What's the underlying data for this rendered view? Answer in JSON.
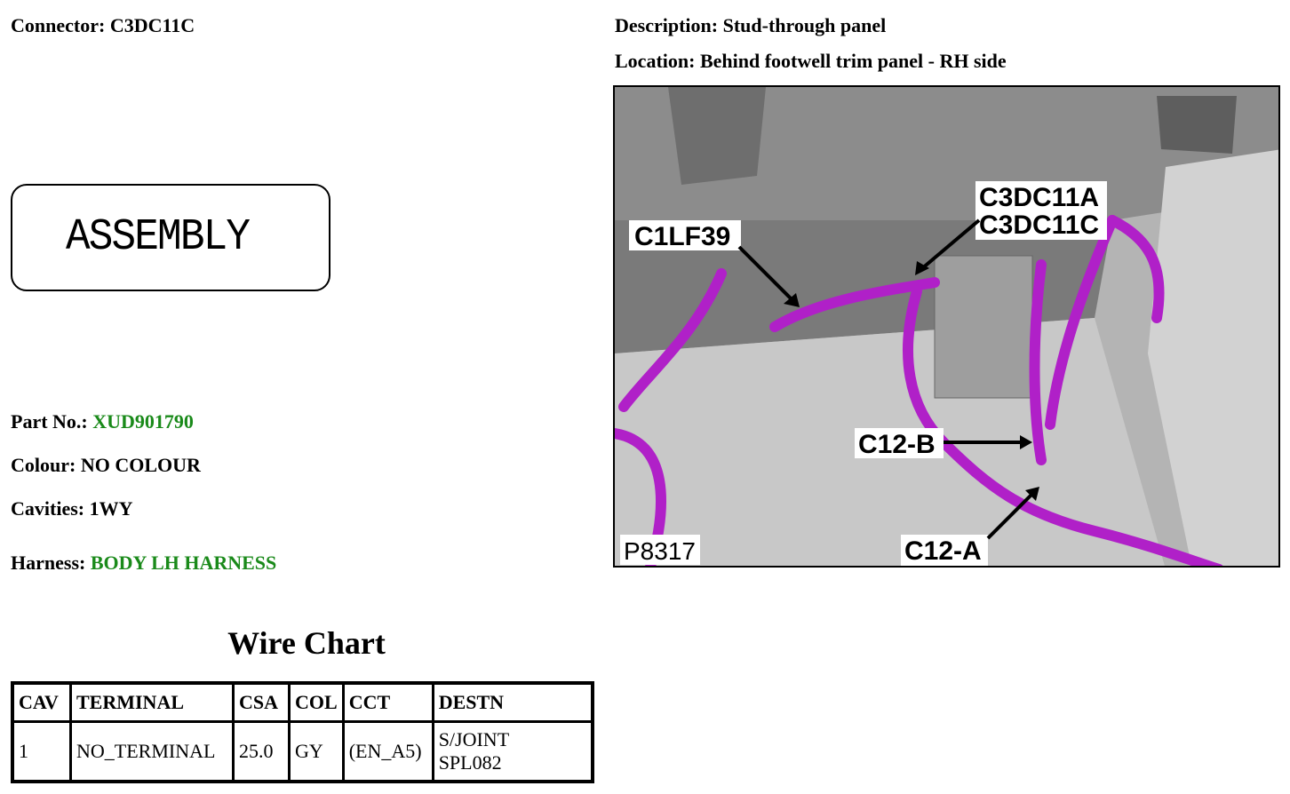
{
  "header": {
    "connector_label": "Connector:",
    "connector_value": "C3DC11C",
    "description_label": "Description:",
    "description_value": "Stud-through panel",
    "location_label": "Location:",
    "location_value": "Behind footwell trim panel - RH side"
  },
  "assembly": {
    "text": "ASSEMBLY"
  },
  "details": {
    "part_label": "Part No.:",
    "part_value": "XUD901790",
    "colour_label": "Colour:",
    "colour_value": "NO COLOUR",
    "cavities_label": "Cavities:",
    "cavities_value": "1WY",
    "harness_label": "Harness:",
    "harness_value": "BODY LH HARNESS"
  },
  "wire_chart": {
    "title": "Wire Chart",
    "headers": [
      "CAV",
      "TERMINAL",
      "CSA",
      "COL",
      "CCT",
      "DESTN"
    ],
    "rows": [
      {
        "cav": "1",
        "terminal": "NO_TERMINAL",
        "csa": "25.0",
        "col": "GY",
        "cct": "(EN_A5)",
        "destn_1": "S/JOINT",
        "destn_2": "SPL082"
      }
    ]
  },
  "photo": {
    "callouts": {
      "c3dc11a": "C3DC11A",
      "c3dc11c": "C3DC11C",
      "c1lf39": "C1LF39",
      "c12b": "C12-B",
      "c12a": "C12-A",
      "ref": "P8317"
    },
    "colors": {
      "harness": "#b020c8",
      "panel": "#9a9a9a"
    }
  },
  "colors": {
    "link_green": "#1a8a1a"
  }
}
